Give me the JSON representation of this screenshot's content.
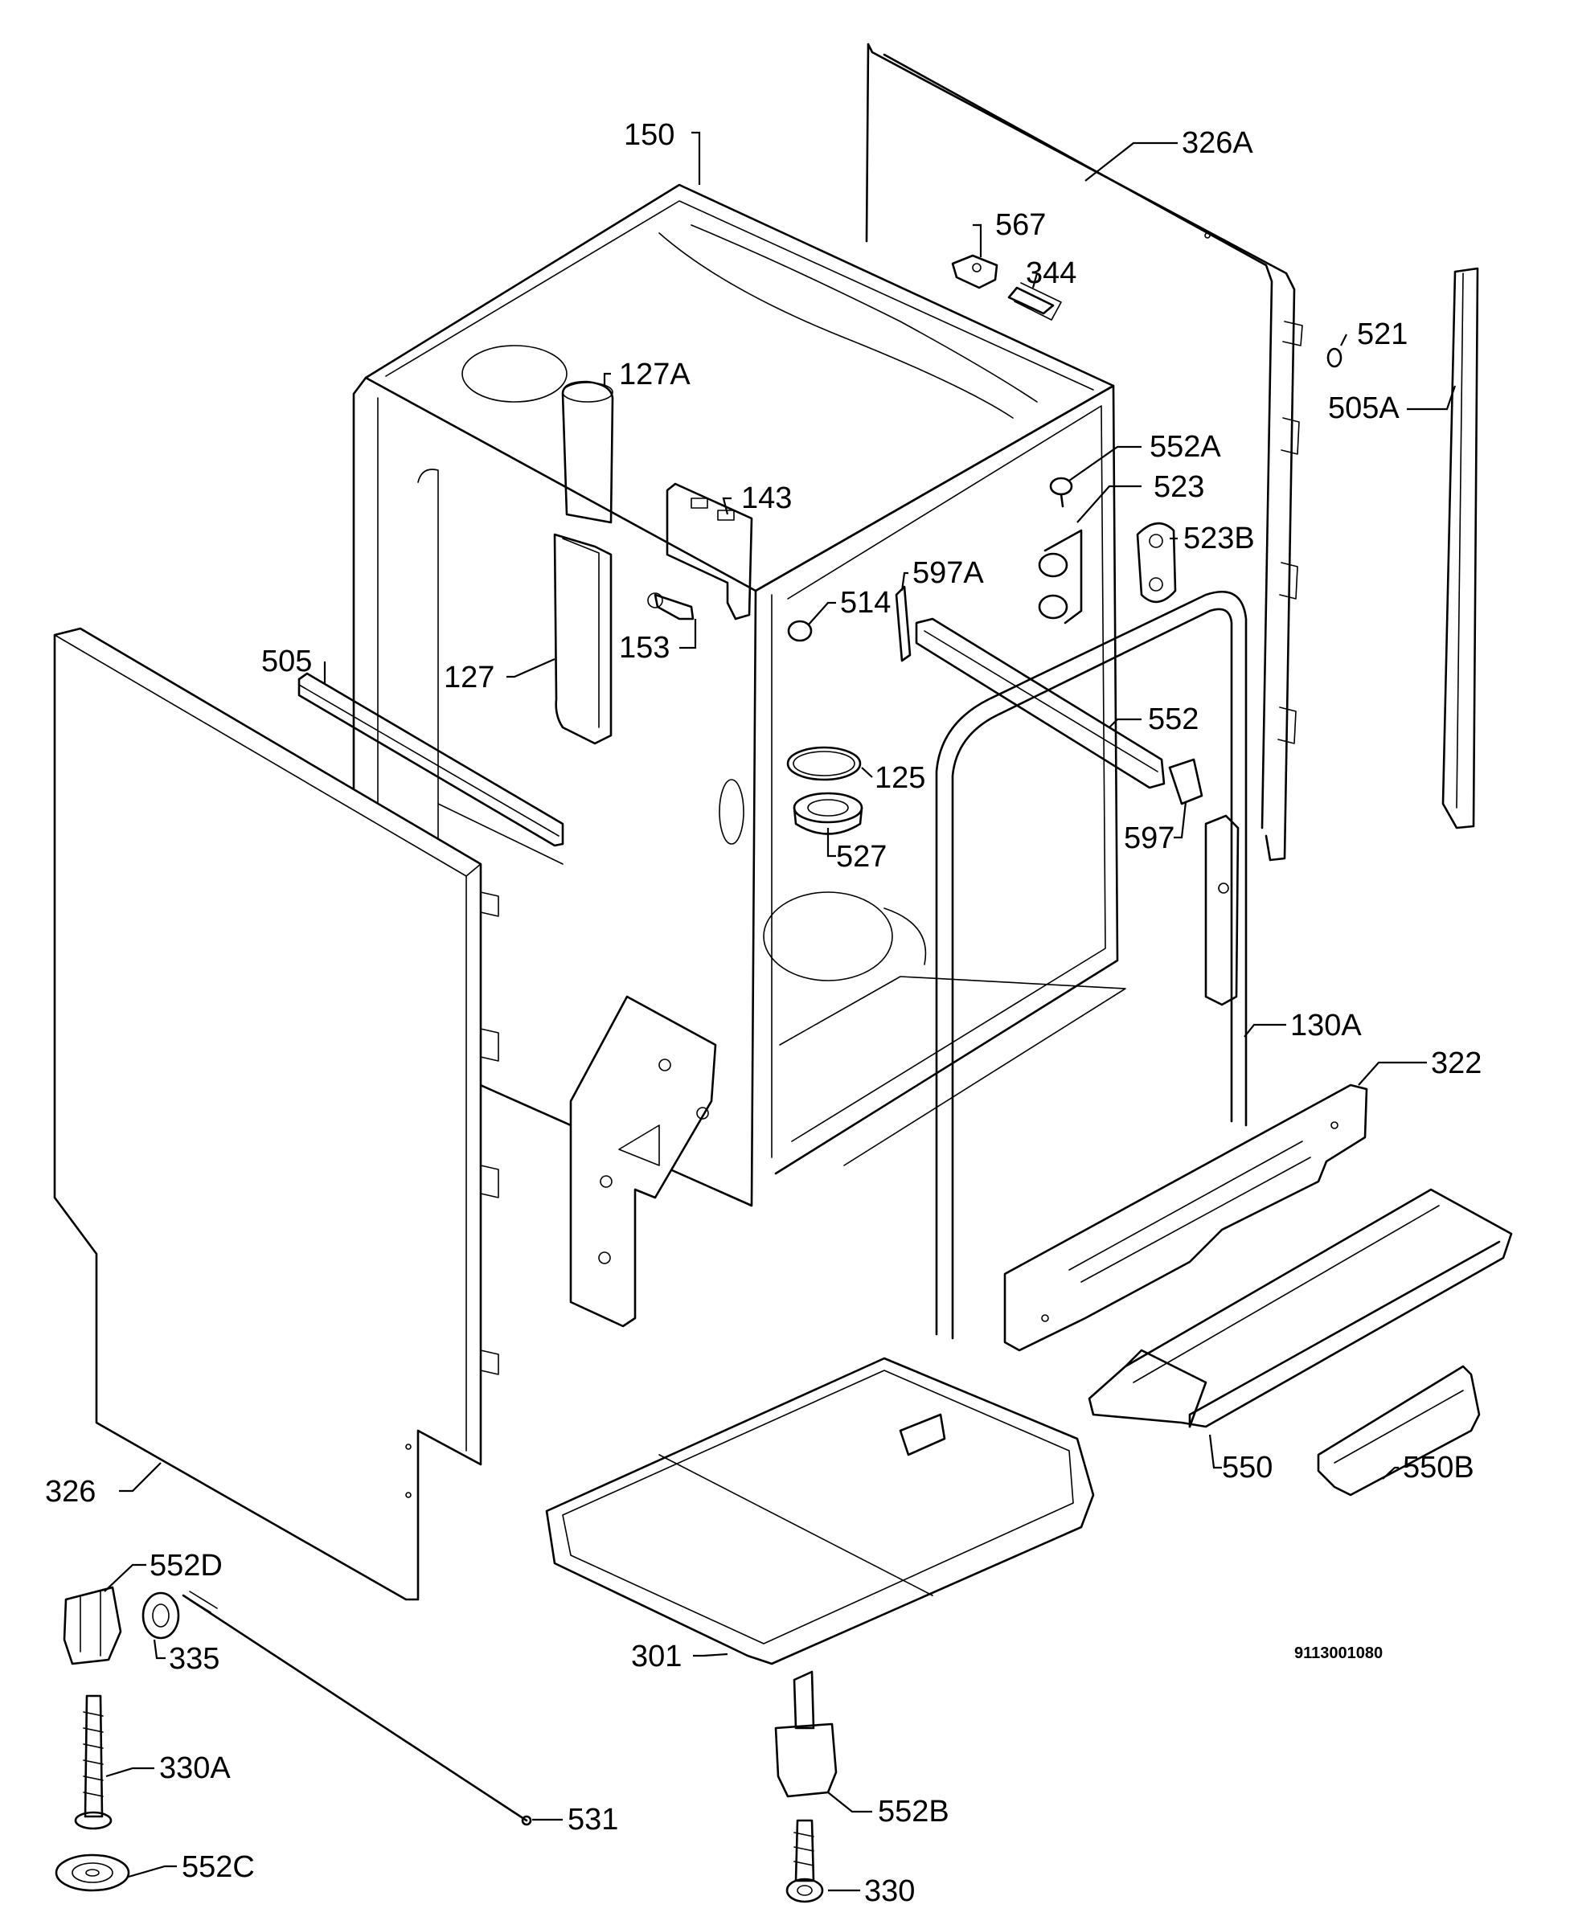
{
  "diagram_code": "9113001080",
  "parts": [
    {
      "id": "p150",
      "num": "150",
      "sub": ""
    },
    {
      "id": "p326A",
      "num": "326",
      "sub": "A"
    },
    {
      "id": "p567",
      "num": "567",
      "sub": ""
    },
    {
      "id": "p344",
      "num": "344",
      "sub": ""
    },
    {
      "id": "p521",
      "num": "521",
      "sub": ""
    },
    {
      "id": "p505A",
      "num": "505",
      "sub": "A"
    },
    {
      "id": "p127A",
      "num": "127",
      "sub": "A"
    },
    {
      "id": "p552A",
      "num": "552",
      "sub": "A"
    },
    {
      "id": "p523",
      "num": "523",
      "sub": ""
    },
    {
      "id": "p143",
      "num": "143",
      "sub": ""
    },
    {
      "id": "p523B",
      "num": "523",
      "sub": "B"
    },
    {
      "id": "p514",
      "num": "514",
      "sub": ""
    },
    {
      "id": "p597A",
      "num": "597",
      "sub": "A"
    },
    {
      "id": "p153",
      "num": "153",
      "sub": ""
    },
    {
      "id": "p505",
      "num": "505",
      "sub": ""
    },
    {
      "id": "p127",
      "num": "127",
      "sub": ""
    },
    {
      "id": "p552",
      "num": "552",
      "sub": ""
    },
    {
      "id": "p125",
      "num": "125",
      "sub": ""
    },
    {
      "id": "p597",
      "num": "597",
      "sub": ""
    },
    {
      "id": "p527",
      "num": "527",
      "sub": ""
    },
    {
      "id": "p130A",
      "num": "130",
      "sub": "A"
    },
    {
      "id": "p322",
      "num": "322",
      "sub": ""
    },
    {
      "id": "p550",
      "num": "550",
      "sub": ""
    },
    {
      "id": "p550B",
      "num": "550",
      "sub": "B"
    },
    {
      "id": "p326",
      "num": "326",
      "sub": ""
    },
    {
      "id": "p552D",
      "num": "552",
      "sub": "D"
    },
    {
      "id": "p335",
      "num": "335",
      "sub": ""
    },
    {
      "id": "p301",
      "num": "301",
      "sub": ""
    },
    {
      "id": "p330A",
      "num": "330",
      "sub": "A"
    },
    {
      "id": "p531",
      "num": "531",
      "sub": ""
    },
    {
      "id": "p552C",
      "num": "552",
      "sub": "C"
    },
    {
      "id": "p552B",
      "num": "552",
      "sub": "B"
    },
    {
      "id": "p330",
      "num": "330",
      "sub": ""
    }
  ]
}
